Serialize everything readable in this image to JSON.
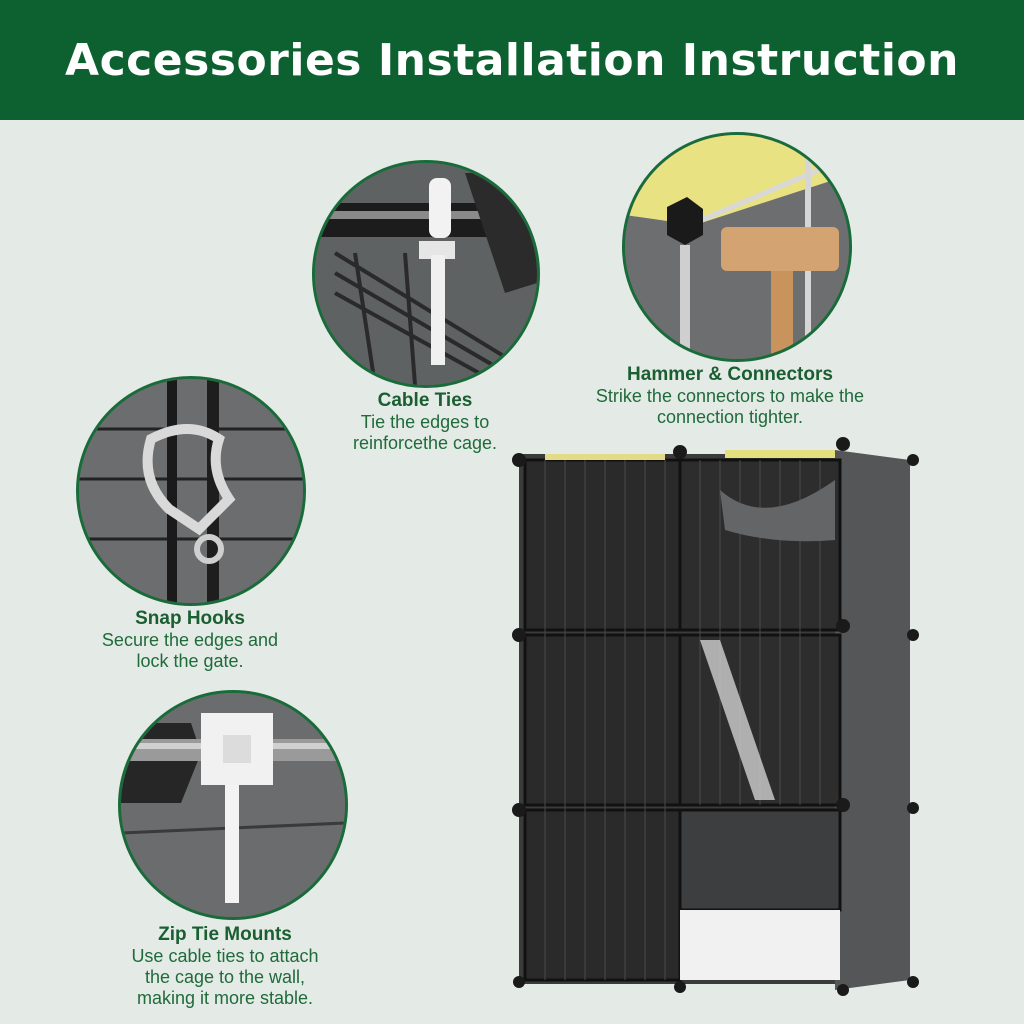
{
  "header": {
    "title": "Accessories Installation Instruction"
  },
  "accessories": {
    "cable_ties": {
      "title": "Cable Ties",
      "line1": "Tie the edges to",
      "line2": "reinforcethe cage."
    },
    "hammer": {
      "title": "Hammer & Connectors",
      "line1": "Strike the connectors to make the",
      "line2": "connection tighter."
    },
    "snap_hooks": {
      "title": "Snap Hooks",
      "line1": "Secure the edges and",
      "line2": "lock the gate."
    },
    "zip_tie": {
      "title": "Zip Tie Mounts",
      "line1": "Use cable ties to attach",
      "line2": "the cage to the wall,",
      "line3": "making it more stable."
    }
  },
  "colors": {
    "header_bg": "#0d6131",
    "accent_green": "#1a6b3a",
    "page_bg": "#e4eae6"
  },
  "icons": [
    "cable-tie-icon",
    "hammer-icon",
    "snap-hook-icon",
    "zip-tie-mount-icon",
    "cage-illustration"
  ]
}
